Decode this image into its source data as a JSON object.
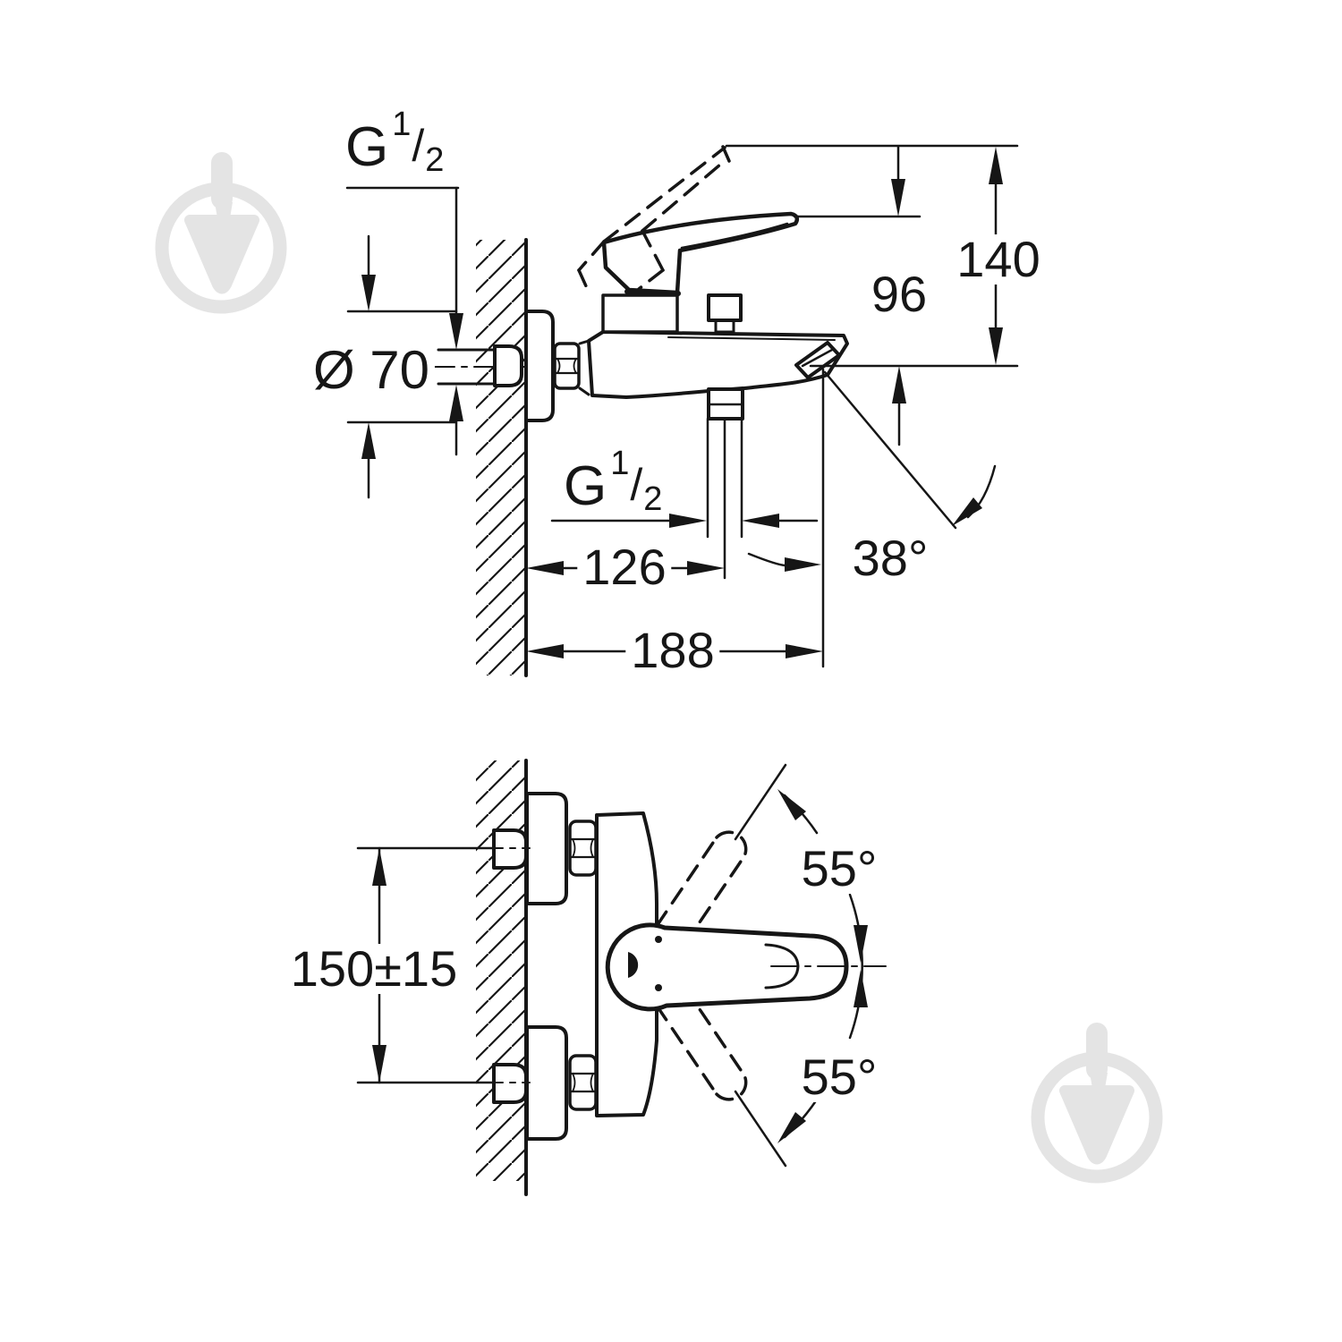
{
  "drawing": {
    "title_semantic": "faucet-installation-dimension-drawing",
    "side_view": {
      "thread_label_top": {
        "base": "G",
        "numerator": "1",
        "slash": "/",
        "denominator": "2"
      },
      "escutcheon_diameter": "Ø 70",
      "thread_label_outlet": {
        "base": "G",
        "numerator": "1",
        "slash": "/",
        "denominator": "2"
      },
      "wall_to_shower_outlet": "126",
      "wall_to_spout_tip": "188",
      "spout_angle": "38°",
      "outlet_to_handle_top": "96",
      "outlet_to_lever_raised": "140"
    },
    "plan_view": {
      "connection_center_distance": "150±15",
      "lever_swing_up": "55°",
      "lever_swing_down": "55°"
    },
    "watermark": {
      "icon": "trowel-logo-watermark"
    },
    "colors": {
      "line": "#161616",
      "watermark": "#e4e4e4",
      "background": "#ffffff"
    }
  }
}
